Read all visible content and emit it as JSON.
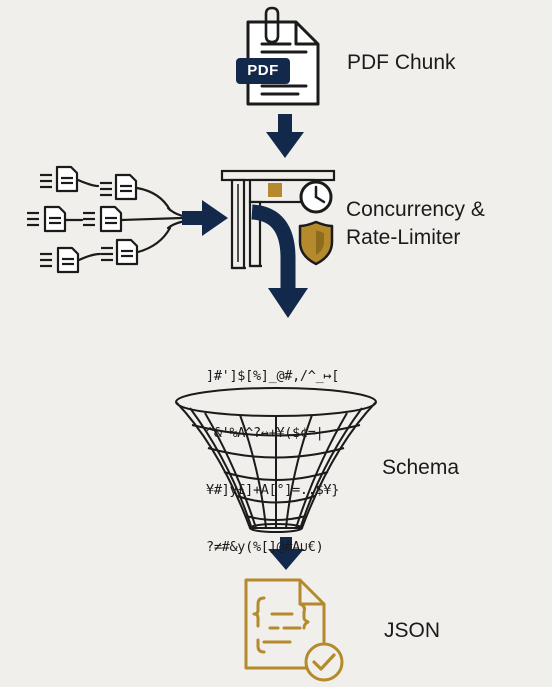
{
  "labels": {
    "pdf_chunk": "PDF Chunk",
    "concurrency_line1": "Concurrency &",
    "concurrency_line2": "Rate-Limiter",
    "schema": "Schema",
    "json": "JSON"
  },
  "pdf_badge": "PDF",
  "noise_lines": [
    "]#']$[%]_@#,/^_↦[",
    "^&'%A^?↔+¥($¢=|",
    "¥#]y£]+A[°]=..$¥}",
    "?≠#&y(%[]@#A∪€)"
  ],
  "colors": {
    "navy": "#13294b",
    "gold": "#b58a2c",
    "background": "#f1efeb",
    "text": "#1b1b1b"
  },
  "icons": [
    "file-icon",
    "paperclip-icon",
    "clock-icon",
    "shield-icon",
    "check-circle-icon",
    "funnel-icon",
    "pipe-icon",
    "arrow-down-icon",
    "arrow-right-icon"
  ]
}
